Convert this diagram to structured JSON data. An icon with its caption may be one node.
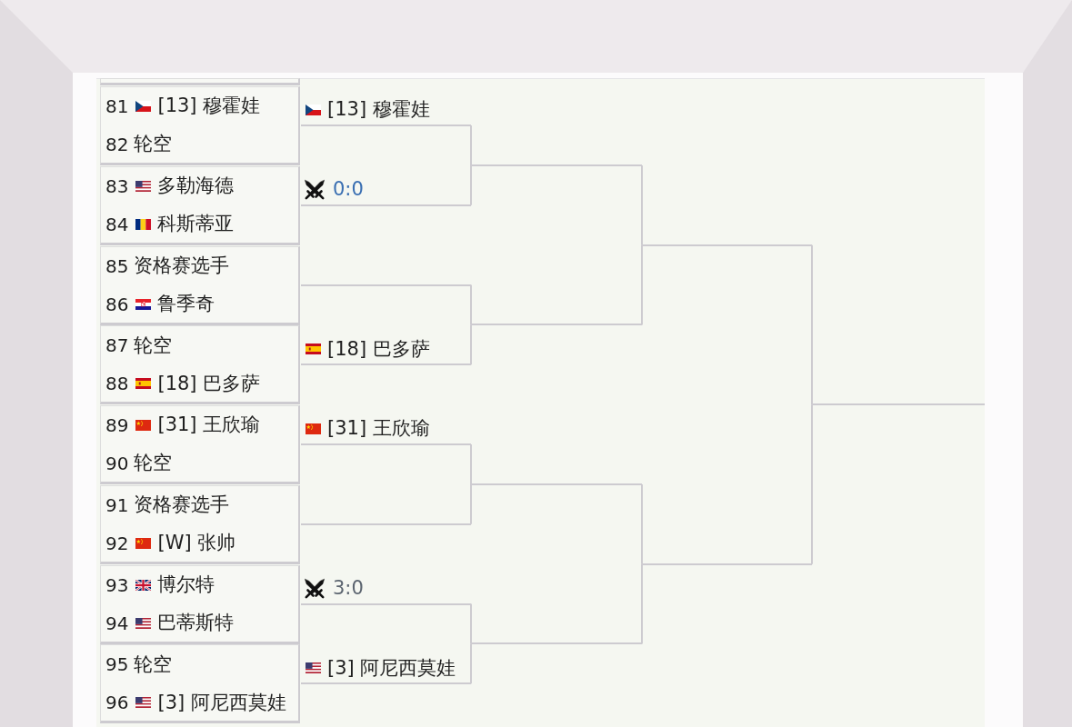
{
  "diagram": {
    "nodes": [
      {
        "text": [],
        "shape": "box"
      },
      {
        "text": [
          "81",
          "[13] 穆霍娃",
          "82",
          "轮空"
        ]
      },
      {
        "text": [
          "83",
          "多勒海德",
          "84",
          "科斯蒂亚"
        ]
      },
      {
        "text": [
          "85",
          "资格赛选手",
          "86",
          "鲁季奇"
        ]
      },
      {
        "text": [
          "87",
          "轮空",
          "88",
          "[18] 巴多萨"
        ]
      },
      {
        "text": [
          "89",
          "[31] 王欣瑜",
          "90",
          "轮空"
        ]
      },
      {
        "text": [
          "91",
          "资格赛选手",
          "92",
          "[W] 张帅"
        ]
      },
      {
        "text": [
          "93",
          "博尔特",
          "94",
          "巴蒂斯特"
        ]
      },
      {
        "text": [
          "95",
          "轮空",
          "96",
          "[3] 阿尼西莫娃"
        ]
      },
      {
        "text": [
          "[13] 穆霍娃"
        ]
      },
      {
        "text": [
          "0:0"
        ]
      },
      {
        "text": [],
        "shape": "line"
      },
      {
        "text": [
          "[18] 巴多萨"
        ]
      },
      {
        "text": [
          "[31] 王欣瑜"
        ]
      },
      {
        "text": [],
        "shape": "line"
      },
      {
        "text": [
          "3:0"
        ]
      },
      {
        "text": [
          "[3] 阿尼西莫娃"
        ]
      },
      {
        "text": [],
        "shape": "line"
      },
      {
        "text": [],
        "shape": "line"
      },
      {
        "text": [],
        "shape": "line"
      },
      {
        "text": [],
        "shape": "line"
      },
      {
        "text": [],
        "shape": "line"
      },
      {
        "text": [],
        "shape": "line"
      },
      {
        "text": [],
        "shape": "line"
      }
    ],
    "edges": [
      {
        "from": 9,
        "to": 17,
        "arrow": "none"
      },
      {
        "from": 10,
        "to": 17,
        "arrow": "none"
      },
      {
        "from": 11,
        "to": 18,
        "arrow": "none"
      },
      {
        "from": 12,
        "to": 18,
        "arrow": "none"
      },
      {
        "from": 13,
        "to": 19,
        "arrow": "none"
      },
      {
        "from": 14,
        "to": 19,
        "arrow": "none"
      },
      {
        "from": 15,
        "to": 20,
        "arrow": "none"
      },
      {
        "from": 16,
        "to": 20,
        "arrow": "none"
      },
      {
        "from": 17,
        "to": 21,
        "arrow": "none"
      },
      {
        "from": 18,
        "to": 21,
        "arrow": "none"
      },
      {
        "from": 19,
        "to": 22,
        "arrow": "none"
      },
      {
        "from": 20,
        "to": 22,
        "arrow": "none"
      },
      {
        "from": 21,
        "to": 23,
        "arrow": "none"
      },
      {
        "from": 22,
        "to": 23,
        "arrow": "none"
      }
    ]
  }
}
